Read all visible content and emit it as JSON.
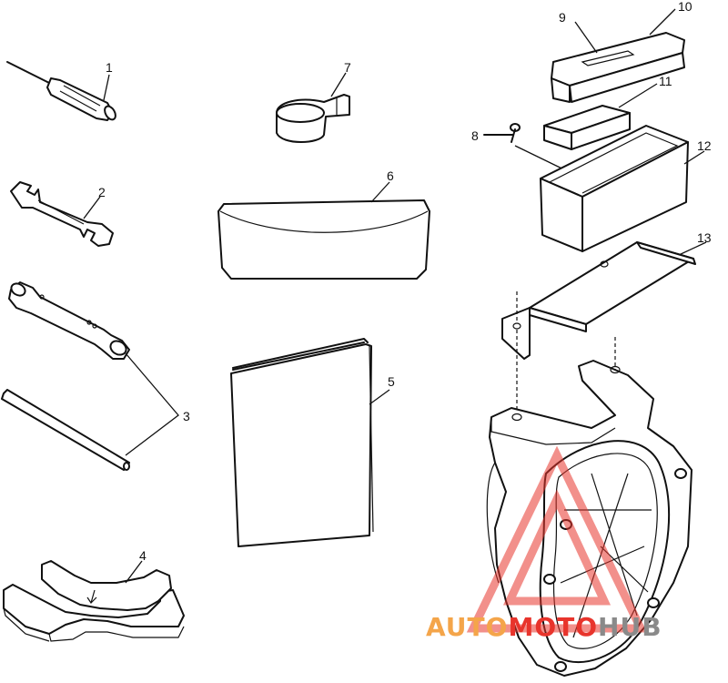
{
  "callouts": [
    "1",
    "2",
    "3",
    "4",
    "5",
    "6",
    "7",
    "8",
    "9",
    "10",
    "11",
    "12",
    "13"
  ],
  "watermark": {
    "part1": "AUTO",
    "part2": "MOTO",
    "part3": "HUB",
    "color_orange": "#f4a54a",
    "color_red": "#e8342c",
    "color_gray": "#8a8a8a"
  }
}
